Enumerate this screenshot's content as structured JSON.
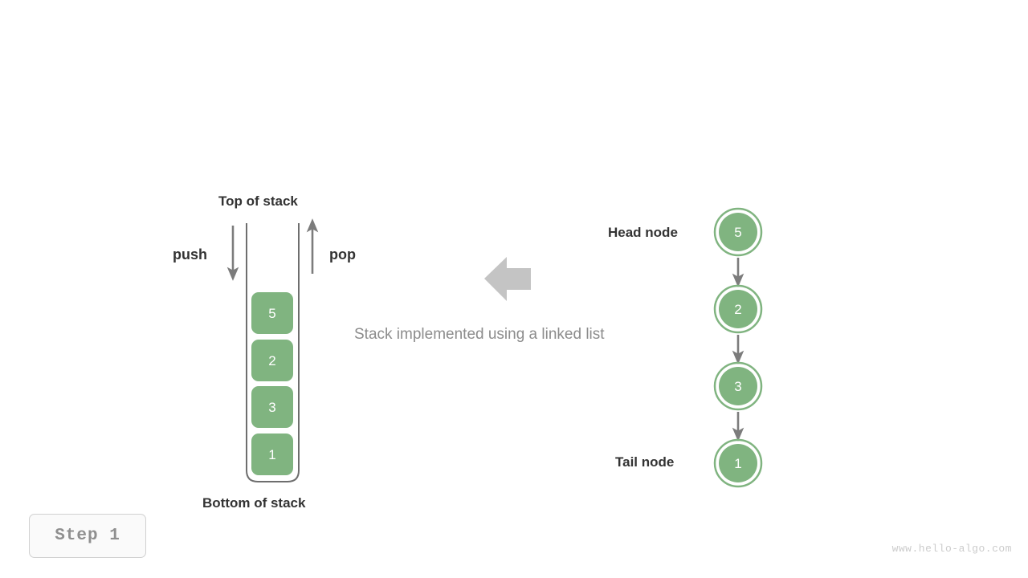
{
  "page": {
    "background_color": "#ffffff",
    "accent_green": "#80b480",
    "arrow_gray": "#808080",
    "text_dark": "#333333",
    "text_muted": "#8c8c8c",
    "block_arrow_gray": "#c4c4c4"
  },
  "stack_panel": {
    "top_label": "Top of stack",
    "bottom_label": "Bottom of stack",
    "push_label": "push",
    "pop_label": "pop",
    "items": [
      {
        "value": "5"
      },
      {
        "value": "2"
      },
      {
        "value": "3"
      },
      {
        "value": "1"
      }
    ]
  },
  "caption": {
    "text": "Stack implemented using a linked list",
    "arrow_direction": "left"
  },
  "linked_list": {
    "head_label": "Head node",
    "tail_label": "Tail node",
    "nodes": [
      {
        "value": "5"
      },
      {
        "value": "2"
      },
      {
        "value": "3"
      },
      {
        "value": "1"
      }
    ]
  },
  "step_badge": {
    "label": "Step 1"
  },
  "watermark": {
    "text": "www.hello-algo.com"
  }
}
